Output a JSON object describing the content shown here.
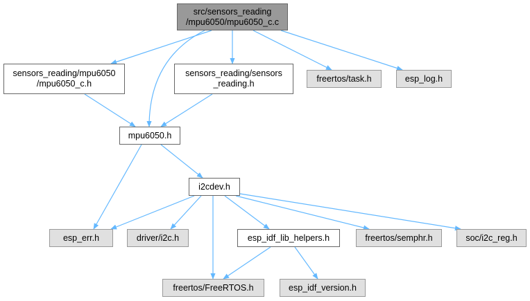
{
  "colors": {
    "edge": "#63b8ff",
    "root_fill": "#999999",
    "local_fill": "#ffffff",
    "external_fill": "#e0e0e0",
    "border": "#666666"
  },
  "nodes": {
    "root": "src/sensors_reading\n/mpu6050/mpu6050_c.c",
    "mpu6050_c_h": "sensors_reading/mpu6050\n/mpu6050_c.h",
    "sensors_reading_h": "sensors_reading/sensors\n_reading.h",
    "freertos_task_h": "freertos/task.h",
    "esp_log_h": "esp_log.h",
    "mpu6050_h": "mpu6050.h",
    "i2cdev_h": "i2cdev.h",
    "esp_err_h": "esp_err.h",
    "driver_i2c_h": "driver/i2c.h",
    "esp_idf_lib_helpers_h": "esp_idf_lib_helpers.h",
    "freertos_semphr_h": "freertos/semphr.h",
    "soc_i2c_reg_h": "soc/i2c_reg.h",
    "freertos_freertos_h": "freertos/FreeRTOS.h",
    "esp_idf_version_h": "esp_idf_version.h"
  },
  "edges": [
    [
      "root",
      "mpu6050_c_h"
    ],
    [
      "root",
      "mpu6050_h"
    ],
    [
      "root",
      "sensors_reading_h"
    ],
    [
      "root",
      "freertos_task_h"
    ],
    [
      "root",
      "esp_log_h"
    ],
    [
      "mpu6050_c_h",
      "mpu6050_h"
    ],
    [
      "sensors_reading_h",
      "mpu6050_h"
    ],
    [
      "mpu6050_h",
      "esp_err_h"
    ],
    [
      "mpu6050_h",
      "i2cdev_h"
    ],
    [
      "i2cdev_h",
      "esp_err_h"
    ],
    [
      "i2cdev_h",
      "driver_i2c_h"
    ],
    [
      "i2cdev_h",
      "freertos_freertos_h"
    ],
    [
      "i2cdev_h",
      "esp_idf_lib_helpers_h"
    ],
    [
      "i2cdev_h",
      "freertos_semphr_h"
    ],
    [
      "i2cdev_h",
      "soc_i2c_reg_h"
    ],
    [
      "esp_idf_lib_helpers_h",
      "freertos_freertos_h"
    ],
    [
      "esp_idf_lib_helpers_h",
      "esp_idf_version_h"
    ]
  ]
}
